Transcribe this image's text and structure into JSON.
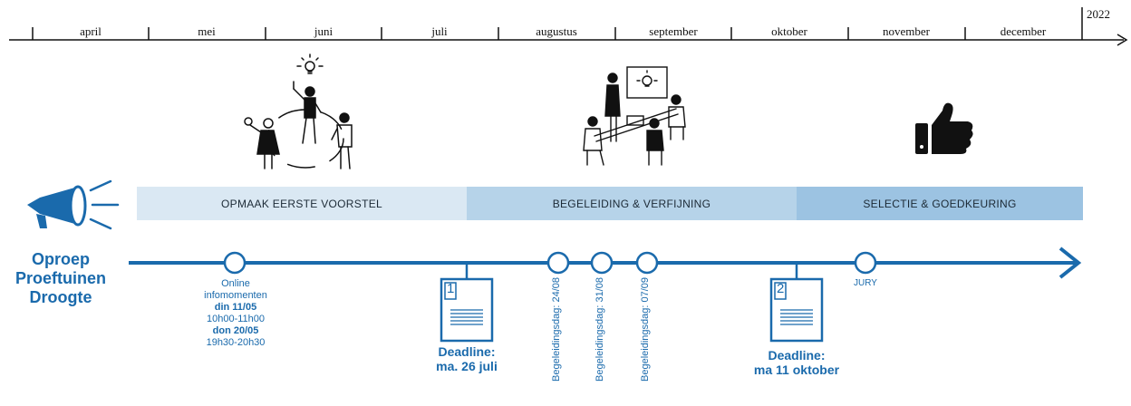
{
  "ruler": {
    "year": "2022",
    "months": [
      "april",
      "mei",
      "juni",
      "juli",
      "augustus",
      "september",
      "oktober",
      "november",
      "december"
    ]
  },
  "phases": [
    {
      "label": "OPMAAK EERSTE VOORSTEL",
      "color": "#dae8f3"
    },
    {
      "label": "BEGELEIDING & VERFIJNING",
      "color": "#b6d3e9"
    },
    {
      "label": "SELECTIE & GOEDKEURING",
      "color": "#9cc3e2"
    }
  ],
  "title": {
    "line1": "Oproep",
    "line2": "Proeftuinen",
    "line3": "Droogte"
  },
  "infomoment": {
    "line1": "Online",
    "line2": "infomomenten",
    "line3": "din 11/05",
    "line4": "10h00-11h00",
    "line5": "don 20/05",
    "line6": "19h30-20h30"
  },
  "deadline1": {
    "number": "1",
    "line1": "Deadline:",
    "line2": "ma. 26 juli"
  },
  "begeleidingsdagen": [
    "Begeleidingsdag: 24/08",
    "Begeleidingsdag: 31/08",
    "Begeleidingsdag: 07/09"
  ],
  "deadline2": {
    "number": "2",
    "line1": "Deadline:",
    "line2": "ma 11 oktober"
  },
  "jury": "JURY",
  "icons": {
    "megaphone": "megaphone-icon",
    "brainstorm": "brainstorm-people-icon",
    "workshop": "workshop-people-icon",
    "thumbs_up": "thumbs-up-icon",
    "document": "document-icon"
  },
  "colors": {
    "accent": "#1a6aac",
    "ruler": "#111111"
  }
}
